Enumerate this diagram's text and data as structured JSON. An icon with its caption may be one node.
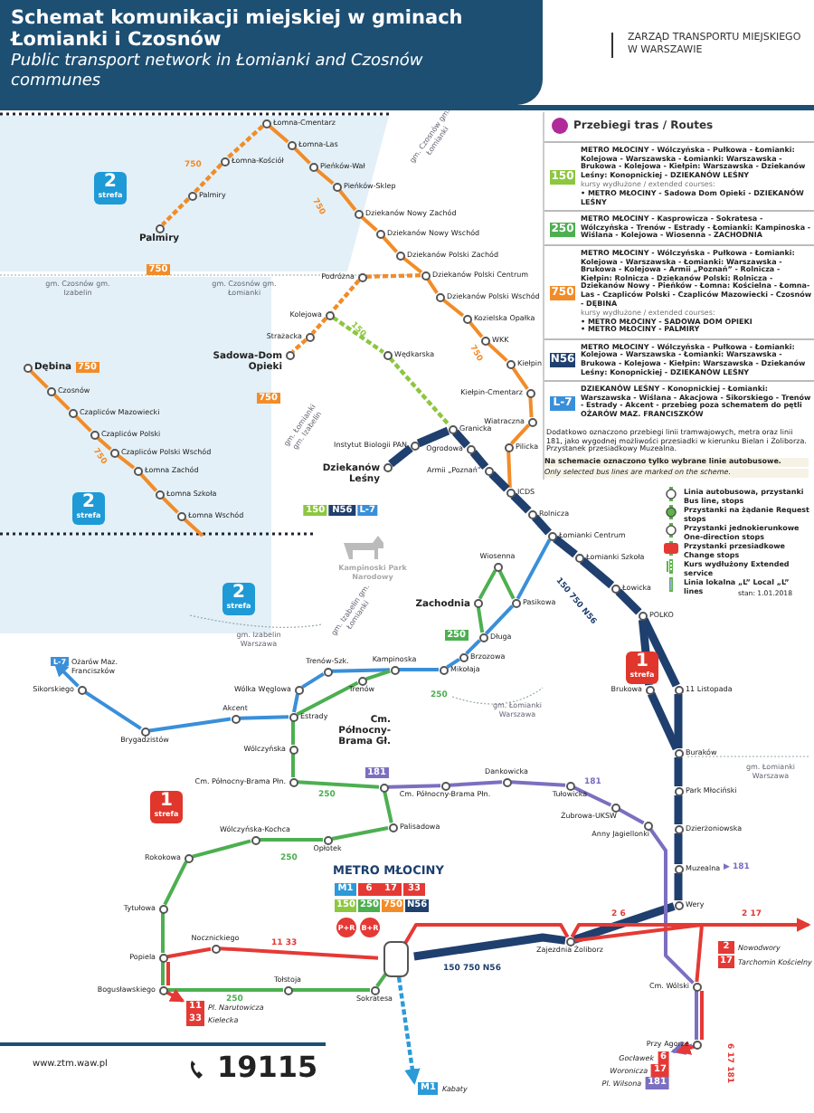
{
  "diagram": {
    "title": "Schemat komunikacji miejskiej w gminach Łomianki i Czosnów",
    "nodes": [
      {
        "text": [
          "Łomna-Cmentarz"
        ]
      },
      {
        "text": [
          "Łomna-Las"
        ]
      },
      {
        "text": [
          "Pieńków-Wał"
        ]
      },
      {
        "text": [
          "Pieńków-Sklep"
        ]
      },
      {
        "text": [
          "Dziekanów Nowy Zachód"
        ]
      },
      {
        "text": [
          "Dziekanów Nowy Wschód"
        ]
      },
      {
        "text": [
          "Dziekanów Polski Zachód"
        ]
      },
      {
        "text": [
          "Dziekanów Polski Centrum"
        ]
      },
      {
        "text": [
          "Dziekanów Polski Wschód"
        ]
      },
      {
        "text": [
          "Kozielska Opałka"
        ]
      },
      {
        "text": [
          "WKK"
        ]
      },
      {
        "text": [
          "Kiełpin"
        ]
      },
      {
        "text": [
          "Kiełpin-Cmentarz"
        ]
      },
      {
        "text": [
          "Wiatraczna"
        ]
      },
      {
        "text": [
          "Pilicka"
        ]
      },
      {
        "text": [
          "Łomna-Kościół"
        ]
      },
      {
        "text": [
          "Palmiry"
        ]
      },
      {
        "text": [
          "Palmiry",
          "750"
        ]
      },
      {
        "text": [
          "Dębina",
          "750"
        ]
      },
      {
        "text": [
          "Czosnów"
        ]
      },
      {
        "text": [
          "Czapliców Mazowiecki"
        ]
      },
      {
        "text": [
          "Czapliców Polski"
        ]
      },
      {
        "text": [
          "Czapliców Polski Wschód"
        ]
      },
      {
        "text": [
          "Łomna Zachód"
        ]
      },
      {
        "text": [
          "Łomna Szkoła"
        ]
      },
      {
        "text": [
          "Łomna Wschód"
        ]
      },
      {
        "text": [
          "Sadowa-Dom Opieki",
          "750"
        ]
      },
      {
        "text": [
          "Strażacka"
        ]
      },
      {
        "text": [
          "Kolejowa"
        ]
      },
      {
        "text": [
          "Podróżna"
        ]
      },
      {
        "text": [
          "Wędkarska"
        ]
      },
      {
        "text": [
          "Dziekanów Leśny",
          "150",
          "N56",
          "L-7"
        ]
      },
      {
        "text": [
          "Instytut Biologii PAN"
        ]
      },
      {
        "text": [
          "Granicka"
        ]
      },
      {
        "text": [
          "Ogrodowa"
        ]
      },
      {
        "text": [
          "Armii „Poznań”"
        ]
      },
      {
        "text": [
          "ICDS"
        ]
      },
      {
        "text": [
          "Rolnicza"
        ]
      },
      {
        "text": [
          "Łomianki Centrum"
        ]
      },
      {
        "text": [
          "Łomianki Szkoła"
        ]
      },
      {
        "text": [
          "Łowicka"
        ]
      },
      {
        "text": [
          "POLKO"
        ]
      },
      {
        "text": [
          "Brukowa"
        ]
      },
      {
        "text": [
          "11 Listopada"
        ]
      },
      {
        "text": [
          "Buraków"
        ]
      },
      {
        "text": [
          "Park Młociński"
        ]
      },
      {
        "text": [
          "Dzierżoniowska"
        ]
      },
      {
        "text": [
          "Muzealna"
        ]
      },
      {
        "text": [
          "Wery"
        ]
      },
      {
        "text": [
          "Zajezdnia Żoliborz"
        ]
      },
      {
        "text": [
          "METRO MŁOCINY",
          "M1",
          "6",
          "17",
          "33",
          "150",
          "250",
          "750",
          "N56",
          "P+R",
          "B+R"
        ]
      },
      {
        "text": [
          "Pasikowa"
        ]
      },
      {
        "text": [
          "Wiosenna"
        ]
      },
      {
        "text": [
          "Zachodnia",
          "250"
        ]
      },
      {
        "text": [
          "Długa"
        ]
      },
      {
        "text": [
          "Brzozowa"
        ]
      },
      {
        "text": [
          "Mikołaja"
        ]
      },
      {
        "text": [
          "Kampinoska"
        ]
      },
      {
        "text": [
          "Trenów"
        ]
      },
      {
        "text": [
          "Trenów-Szk."
        ]
      },
      {
        "text": [
          "Wólka Węglowa"
        ]
      },
      {
        "text": [
          "Estrady"
        ]
      },
      {
        "text": [
          "Akcent"
        ]
      },
      {
        "text": [
          "Brygadzistów"
        ]
      },
      {
        "text": [
          "Sikorskiego"
        ]
      },
      {
        "text": [
          "L-7",
          "Ożarów Maz. Franciszków"
        ]
      },
      {
        "text": [
          "Wólczyńska"
        ]
      },
      {
        "text": [
          "Cm. Północny-Brama Płn."
        ]
      },
      {
        "text": [
          "Cm. Północny-Brama Gł.",
          "181"
        ]
      },
      {
        "text": [
          "Palisadowa"
        ]
      },
      {
        "text": [
          "Opłotek"
        ]
      },
      {
        "text": [
          "Wólczyńska-Kochca"
        ]
      },
      {
        "text": [
          "Rokokowa"
        ]
      },
      {
        "text": [
          "Tytułowa"
        ]
      },
      {
        "text": [
          "Popiela"
        ]
      },
      {
        "text": [
          "Bogusławskiego"
        ]
      },
      {
        "text": [
          "Tołstoja"
        ]
      },
      {
        "text": [
          "Sokratesa"
        ]
      },
      {
        "text": [
          "Cm. Północny-Brama Płn."
        ]
      },
      {
        "text": [
          "Dankowicka"
        ]
      },
      {
        "text": [
          "Tułowicka"
        ]
      },
      {
        "text": [
          "Żubrowa-UKSW"
        ]
      },
      {
        "text": [
          "Anny Jagiellonki"
        ]
      },
      {
        "text": [
          "Nocznickiego"
        ]
      },
      {
        "text": [
          "Cm. Wólski"
        ]
      },
      {
        "text": [
          "Przy Agorze"
        ]
      },
      {
        "text": [
          "Przebiegi tras / Routes"
        ]
      },
      {
        "text": [
          "150",
          "METRO MŁOCINY - Wólczyńska - Pułkowa - Łomianki: Kolejowa - Warszawska - Łomianki: Warszawska - Brukowa - Kolejowa - Kiełpin: Warszawska - Dziekanów Leśny: Konopnickiej - DZIEKANÓW LEŚNY",
          "kursy wydłużone / extended courses:",
          "• METRO MŁOCINY - Sadowa Dom Opieki - DZIEKANÓW LEŚNY"
        ],
        "in": 86
      },
      {
        "text": [
          "250",
          "METRO MŁOCINY - Kasprowicza - Sokratesa - Wólczyńska - Trenów - Estrady - Łomianki: Kampinoska - Wiślana - Kolejowa - Wiosenna - ZACHODNIA"
        ],
        "in": 86
      },
      {
        "text": [
          "750",
          "METRO MŁOCINY - Wólczyńska - Pułkowa - Łomianki: Kolejowa - Warszawska - Łomianki: Warszawska - Brukowa - Kolejowa - Armii „Poznań” - Rolnicza - Kiełpin: Rolnicza - Dziekanów Polski: Rolnicza - Dziekanów Nowy - Pieńków - Łomna: Kościelna - Łomna-Las - Czapliców Polski - Czapliców Mazowiecki - Czosnów - DĘBINA",
          "kursy wydłużone / extended courses:",
          "• METRO MŁOCINY - SADOWA DOM OPIEKI",
          "• METRO MŁOCINY - PALMIRY"
        ],
        "in": 86
      },
      {
        "text": [
          "N56",
          "METRO MŁOCINY - Wólczyńska - Pułkowa - Łomianki: Kolejowa - Warszawska - Łomianki: Warszawska - Brukowa - Kolejowa - Kiełpin: Warszawska - Dziekanów Leśny: Konopnickiej - DZIEKANÓW LEŚNY"
        ],
        "in": 86
      },
      {
        "text": [
          "L-7",
          "DZIEKANÓW LEŚNY - Konopnickiej - Łomianki: Warszawska - Wiślana - Akacjowa - Sikorskiego - Trenów - Estrady - Akcent - przebieg poza schematem do pętli OŻARÓW MAZ. FRANCISZKÓW"
        ],
        "in": 86
      },
      {
        "text": [
          "11",
          "Pl. Narutowicza",
          "33",
          "Kielecka"
        ]
      },
      {
        "text": [
          "Gocławek",
          "6",
          "Woronicza",
          "17",
          "Pl. Wilsona",
          "181"
        ]
      },
      {
        "text": [
          "M1",
          "Kabaty"
        ]
      }
    ],
    "edges": [
      {
        "from": 0,
        "to": 1,
        "arrow": "none",
        "color": "#f28c28"
      },
      {
        "from": 1,
        "to": 2,
        "arrow": "none",
        "color": "#f28c28"
      },
      {
        "from": 2,
        "to": 3,
        "arrow": "none",
        "color": "#f28c28"
      },
      {
        "from": 3,
        "to": 4,
        "arrow": "none",
        "color": "#f28c28"
      },
      {
        "from": 4,
        "to": 5,
        "arrow": "none",
        "color": "#f28c28"
      },
      {
        "from": 5,
        "to": 6,
        "arrow": "none",
        "color": "#f28c28"
      },
      {
        "from": 6,
        "to": 7,
        "arrow": "none",
        "color": "#f28c28"
      },
      {
        "from": 7,
        "to": 8,
        "arrow": "none",
        "color": "#f28c28"
      },
      {
        "from": 8,
        "to": 9,
        "arrow": "none",
        "color": "#f28c28"
      },
      {
        "from": 9,
        "to": 10,
        "arrow": "none",
        "color": "#f28c28"
      },
      {
        "from": 10,
        "to": 11,
        "arrow": "none",
        "color": "#f28c28"
      },
      {
        "from": 11,
        "to": 12,
        "arrow": "none",
        "color": "#f28c28"
      },
      {
        "from": 12,
        "to": 13,
        "arrow": "none",
        "color": "#f28c28"
      },
      {
        "from": 13,
        "to": 14,
        "arrow": "none",
        "color": "#f28c28"
      },
      {
        "from": 14,
        "to": 36,
        "arrow": "none",
        "color": "#f28c28"
      },
      {
        "from": 0,
        "to": 15,
        "arrow": "none",
        "style": "dashed",
        "color": "#f28c28"
      },
      {
        "from": 15,
        "to": 16,
        "arrow": "none",
        "style": "dashed",
        "color": "#f28c28"
      },
      {
        "from": 16,
        "to": 17,
        "arrow": "none",
        "style": "dashed",
        "color": "#f28c28"
      },
      {
        "from": 18,
        "to": 19,
        "arrow": "none",
        "color": "#f28c28"
      },
      {
        "from": 19,
        "to": 20,
        "arrow": "none",
        "color": "#f28c28"
      },
      {
        "from": 20,
        "to": 21,
        "arrow": "none",
        "color": "#f28c28"
      },
      {
        "from": 21,
        "to": 22,
        "arrow": "none",
        "color": "#f28c28"
      },
      {
        "from": 22,
        "to": 23,
        "arrow": "none",
        "color": "#f28c28"
      },
      {
        "from": 23,
        "to": 24,
        "arrow": "none",
        "color": "#f28c28"
      },
      {
        "from": 24,
        "to": 25,
        "arrow": "none",
        "color": "#f28c28"
      },
      {
        "from": 25,
        "to": null,
        "arrow": "none",
        "color": "#f28c28"
      },
      {
        "from": 7,
        "to": 29,
        "arrow": "none",
        "style": "dashed",
        "color": "#f28c28"
      },
      {
        "from": 29,
        "to": 28,
        "arrow": "none",
        "style": "dashed",
        "color": "#f28c28"
      },
      {
        "from": 28,
        "to": 27,
        "arrow": "none",
        "style": "dashed",
        "color": "#f28c28"
      },
      {
        "from": 27,
        "to": 26,
        "arrow": "none",
        "style": "dashed",
        "color": "#f28c28"
      },
      {
        "from": 28,
        "to": 30,
        "arrow": "none",
        "style": "dashed",
        "color": "#8dc63f"
      },
      {
        "from": 30,
        "to": 33,
        "arrow": "none",
        "style": "dashed",
        "color": "#8dc63f"
      },
      {
        "from": 31,
        "to": 32,
        "arrow": "none",
        "style": "thick",
        "color": "#1f3f6e"
      },
      {
        "from": 32,
        "to": 33,
        "arrow": "none",
        "style": "thick",
        "color": "#1f3f6e"
      },
      {
        "from": 33,
        "to": 34,
        "arrow": "none",
        "style": "thick",
        "color": "#1f3f6e"
      },
      {
        "from": 34,
        "to": 35,
        "arrow": "none",
        "style": "thick",
        "color": "#1f3f6e"
      },
      {
        "from": 35,
        "to": 36,
        "arrow": "none",
        "style": "thick",
        "color": "#1f3f6e"
      },
      {
        "from": 36,
        "to": 37,
        "arrow": "none",
        "style": "thick",
        "color": "#1f3f6e"
      },
      {
        "from": 37,
        "to": 38,
        "arrow": "none",
        "style": "thick",
        "color": "#1f3f6e"
      },
      {
        "from": 38,
        "to": 39,
        "arrow": "none",
        "style": "thick",
        "color": "#1f3f6e"
      },
      {
        "from": 39,
        "to": 40,
        "arrow": "none",
        "style": "thick",
        "color": "#1f3f6e"
      },
      {
        "from": 40,
        "to": 41,
        "arrow": "none",
        "style": "thick",
        "color": "#1f3f6e"
      },
      {
        "from": 41,
        "to": 42,
        "arrow": "none",
        "style": "thick",
        "color": "#1f3f6e"
      },
      {
        "from": 42,
        "to": 44,
        "arrow": "none",
        "style": "thick",
        "color": "#1f3f6e"
      },
      {
        "from": 41,
        "to": 43,
        "arrow": "none",
        "style": "thick",
        "color": "#1f3f6e"
      },
      {
        "from": 43,
        "to": 44,
        "arrow": "none",
        "style": "thick",
        "color": "#1f3f6e"
      },
      {
        "from": 44,
        "to": 45,
        "arrow": "none",
        "style": "thick",
        "color": "#1f3f6e"
      },
      {
        "from": 45,
        "to": 46,
        "arrow": "none",
        "style": "thick",
        "color": "#1f3f6e"
      },
      {
        "from": 46,
        "to": 47,
        "arrow": "none",
        "style": "thick",
        "color": "#1f3f6e"
      },
      {
        "from": 47,
        "to": 48,
        "arrow": "none",
        "style": "thick",
        "color": "#1f3f6e"
      },
      {
        "from": 48,
        "to": 49,
        "arrow": "none",
        "style": "thick",
        "color": "#1f3f6e"
      },
      {
        "from": 49,
        "to": 50,
        "arrow": "none",
        "style": "thick",
        "color": "#1f3f6e"
      },
      {
        "from": 38,
        "to": 51,
        "arrow": "none",
        "color": "#3a8fd9"
      },
      {
        "from": 51,
        "to": 54,
        "arrow": "none",
        "color": "#3a8fd9"
      },
      {
        "from": 54,
        "to": 55,
        "arrow": "none",
        "color": "#3a8fd9"
      },
      {
        "from": 55,
        "to": 56,
        "arrow": "none",
        "color": "#3a8fd9"
      },
      {
        "from": 56,
        "to": 57,
        "arrow": "none",
        "color": "#3a8fd9"
      },
      {
        "from": 57,
        "to": 59,
        "arrow": "none",
        "color": "#3a8fd9"
      },
      {
        "from": 59,
        "to": 60,
        "arrow": "none",
        "color": "#3a8fd9"
      },
      {
        "from": 60,
        "to": 61,
        "arrow": "none",
        "color": "#3a8fd9"
      },
      {
        "from": 61,
        "to": 62,
        "arrow": "none",
        "color": "#3a8fd9"
      },
      {
        "from": 62,
        "to": 63,
        "arrow": "none",
        "color": "#3a8fd9"
      },
      {
        "from": 63,
        "to": 64,
        "arrow": "none",
        "color": "#3a8fd9"
      },
      {
        "from": 64,
        "to": 65,
        "arrow": "to",
        "color": "#3a8fd9"
      },
      {
        "from": 53,
        "to": 52,
        "arrow": "none",
        "color": "#4caf50"
      },
      {
        "from": 52,
        "to": 51,
        "arrow": "none",
        "color": "#4caf50"
      },
      {
        "from": 53,
        "to": 54,
        "arrow": "none",
        "color": "#4caf50"
      },
      {
        "from": 57,
        "to": 58,
        "arrow": "none",
        "color": "#4caf50"
      },
      {
        "from": 58,
        "to": 61,
        "arrow": "none",
        "color": "#4caf50"
      },
      {
        "from": 61,
        "to": 66,
        "arrow": "none",
        "color": "#4caf50"
      },
      {
        "from": 66,
        "to": 67,
        "arrow": "none",
        "color": "#4caf50"
      },
      {
        "from": 67,
        "to": 68,
        "arrow": "none",
        "color": "#4caf50"
      },
      {
        "from": 68,
        "to": 69,
        "arrow": "none",
        "color": "#4caf50"
      },
      {
        "from": 69,
        "to": 70,
        "arrow": "none",
        "color": "#4caf50"
      },
      {
        "from": 70,
        "to": 71,
        "arrow": "none",
        "color": "#4caf50"
      },
      {
        "from": 71,
        "to": 72,
        "arrow": "none",
        "color": "#4caf50"
      },
      {
        "from": 72,
        "to": 73,
        "arrow": "none",
        "color": "#4caf50"
      },
      {
        "from": 73,
        "to": 74,
        "arrow": "none",
        "color": "#4caf50"
      },
      {
        "from": 74,
        "to": 75,
        "arrow": "none",
        "color": "#4caf50"
      },
      {
        "from": 75,
        "to": 76,
        "arrow": "none",
        "color": "#4caf50"
      },
      {
        "from": 76,
        "to": 77,
        "arrow": "none",
        "color": "#4caf50"
      },
      {
        "from": 77,
        "to": 50,
        "arrow": "none",
        "color": "#4caf50"
      },
      {
        "from": 68,
        "to": 78,
        "arrow": "none",
        "color": "#7b6fc0"
      },
      {
        "from": 78,
        "to": 79,
        "arrow": "none",
        "color": "#7b6fc0"
      },
      {
        "from": 79,
        "to": 80,
        "arrow": "none",
        "color": "#7b6fc0"
      },
      {
        "from": 80,
        "to": 81,
        "arrow": "none",
        "color": "#7b6fc0"
      },
      {
        "from": 81,
        "to": 82,
        "arrow": "none",
        "color": "#7b6fc0"
      },
      {
        "from": 82,
        "to": 84,
        "arrow": "none",
        "color": "#7b6fc0"
      },
      {
        "from": 84,
        "to": 85,
        "arrow": "none",
        "color": "#7b6fc0"
      },
      {
        "from": 85,
        "to": 93,
        "arrow": "to",
        "color": "#7b6fc0"
      },
      {
        "from": 50,
        "to": 83,
        "arrow": "none",
        "color": "#e53935"
      },
      {
        "from": 83,
        "to": 74,
        "arrow": "none",
        "color": "#e53935"
      },
      {
        "from": 74,
        "to": 75,
        "arrow": "none",
        "color": "#e53935"
      },
      {
        "from": 75,
        "to": 92,
        "arrow": "to",
        "color": "#e53935"
      },
      {
        "from": 50,
        "to": 49,
        "arrow": "none",
        "color": "#e53935"
      },
      {
        "from": 49,
        "to": null,
        "arrow": "to",
        "color": "#e53935"
      },
      {
        "from": 49,
        "to": 84,
        "arrow": "none",
        "color": "#e53935"
      },
      {
        "from": 84,
        "to": 85,
        "arrow": "none",
        "color": "#e53935"
      },
      {
        "from": 85,
        "to": 93,
        "arrow": "to",
        "color": "#e53935"
      },
      {
        "from": 50,
        "to": 94,
        "arrow": "to",
        "style": "dashed",
        "color": "#2b9ad8"
      }
    ],
    "labels": [
      "Public transport network in Łomianki and Czosnów communes",
      "ZARZĄD TRANSPORTU MIEJSKIEGO W WARSZAWIE",
      "2 strefa",
      "2 strefa",
      "2 strefa",
      "1 strefa",
      "1 strefa",
      "gm. Czosnów gm. Izabelin",
      "gm. Czosnów gm. Łomianki",
      "gm. Czosnów gm. Łomianki",
      "gm. Łomianki gm. Izabelin",
      "Kampinoski Park Narodowy",
      "gm. Izabelin gm. Łomianki",
      "gm. Izabelin Warszawa",
      "gm. Łomianki Warszawa",
      "gm. Łomianki Warszawa",
      "750",
      "750",
      "750",
      "750",
      "150",
      "150 750 N56",
      "250",
      "250",
      "250",
      "250",
      "181",
      "11 33",
      "2 6",
      "2 17",
      "6 17 181",
      "150 750 N56",
      "▶ 181",
      "2",
      "Nowodwory",
      "17",
      "Tarchomin Kościelny",
      "Dodatkowo oznaczono przebiegi linii tramwajowych, metra oraz linii 181, jako wygodnej możliwości przesiadki w kierunku Bielan i Żoliborza. Przystanek przesiadkowy Muzealna.",
      "Na schemacie oznaczono tylko wybrane linie autobusowe.",
      "Only selected bus lines are marked on the scheme.",
      "stan: 1.01.2018",
      "www.ztm.waw.pl",
      "19115"
    ],
    "legend": [
      {
        "text": "Linia autobusowa, przystanki Bus line, stops"
      },
      {
        "text": "Przystanki na żądanie Request stops"
      },
      {
        "text": "Przystanki jednokierunkowe One-direction stops"
      },
      {
        "text": "Przystanki przesiadkowe Change stops"
      },
      {
        "text": "Kurs wydłużony Extended service"
      },
      {
        "text": "Linia lokalna „L” Local „L” lines"
      }
    ]
  }
}
